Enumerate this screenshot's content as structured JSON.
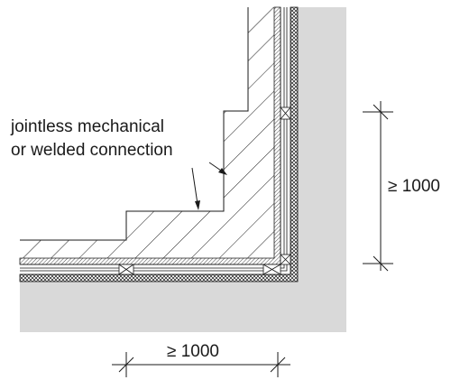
{
  "annotation": {
    "line1": "jointless mechanical",
    "line2": "or welded connection"
  },
  "dimensions": {
    "vertical": "≥ 1000",
    "horizontal": "≥ 1000"
  },
  "colors": {
    "soil": "#d9d9d9",
    "line": "#1a1a1a",
    "background": "#ffffff"
  }
}
